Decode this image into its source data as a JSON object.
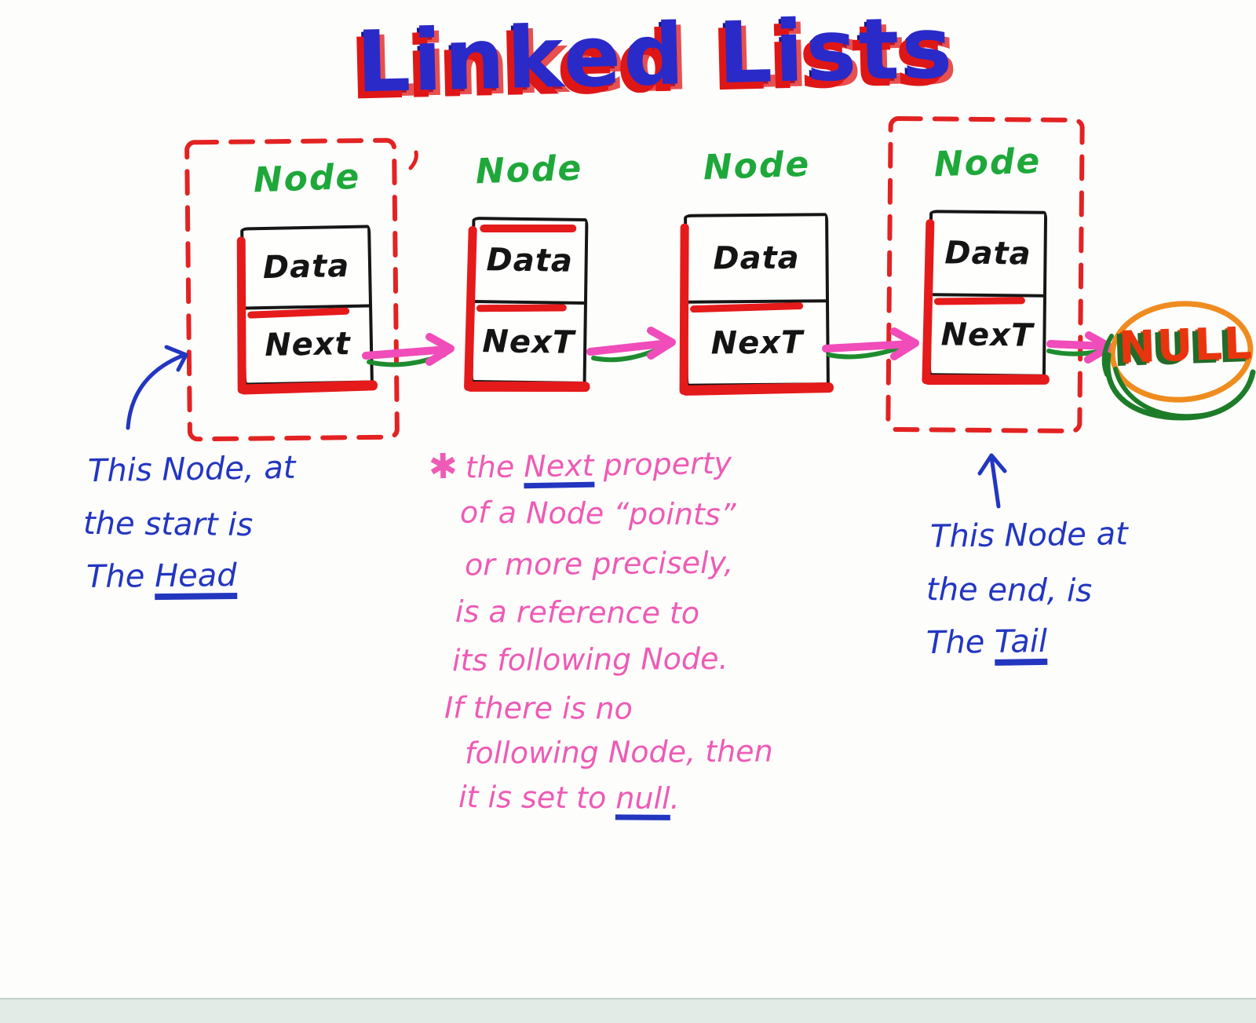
{
  "title": "Linked Lists",
  "nodes": [
    {
      "label": "Node",
      "data_label": "Data",
      "next_label": "Next"
    },
    {
      "label": "Node",
      "data_label": "Data",
      "next_label": "NexT"
    },
    {
      "label": "Node",
      "data_label": "Data",
      "next_label": "NexT"
    },
    {
      "label": "Node",
      "data_label": "Data",
      "next_label": "NexT"
    }
  ],
  "null_label": "NULL",
  "head_note": {
    "line1": "This Node, at",
    "line2": "the start is",
    "line3_pre": "The ",
    "line3_word": "Head"
  },
  "tail_note": {
    "line1": "This Node at",
    "line2": "the end, is",
    "line3_pre": "The ",
    "line3_word": "Tail"
  },
  "pointer_note": {
    "bullet": "✱",
    "line1_pre": "the ",
    "line1_word": "Next",
    "line1_post": " property",
    "line2": "of a Node “points”",
    "line3": "or more precisely,",
    "line4": "is a reference to",
    "line5": "its following Node.",
    "line6": "If there is no",
    "line7": "following Node, then",
    "line8_pre": "it is set to ",
    "line8_word": "null",
    "line8_post": "."
  },
  "colors": {
    "title_blue": "#2a2ac9",
    "title_red_shadow": "#df1616",
    "marker_red": "#e51a1a",
    "marker_green": "#1ea83a",
    "pen_blue": "#2336c0",
    "pen_pink": "#ee5bb5",
    "arrow_magenta": "#f04cba",
    "arrow_green": "#1e8c2e",
    "null_red": "#e8350e",
    "null_orange": "#ef8c1f",
    "null_green": "#1d7c28",
    "ink_black": "#161616",
    "scan_band": "#e3ebe6"
  }
}
